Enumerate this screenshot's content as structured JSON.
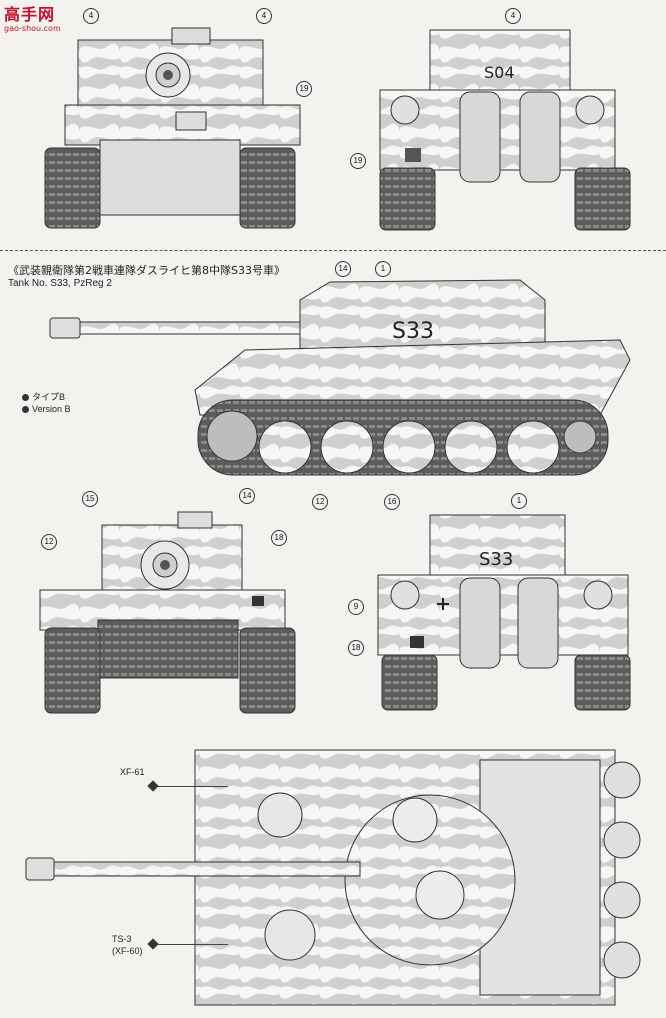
{
  "watermark": {
    "text": "高手网",
    "url": "gao-shou.com"
  },
  "page": {
    "section_title_jp": "《武装親衛隊第2戦車連隊ダスライヒ第8中隊S33号車》",
    "section_title_en": "Tank No. S33, PzReg 2"
  },
  "legend": [
    {
      "label": "タイプB"
    },
    {
      "label": "Version B"
    }
  ],
  "markings": {
    "top_rear": "S04",
    "side": "S33",
    "rear": "S33"
  },
  "callouts": {
    "c4a": "4",
    "c4b": "4",
    "c4c": "4",
    "c19a": "19",
    "c19b": "19",
    "c14a": "14",
    "c1a": "1",
    "c12a": "12",
    "c16a": "16",
    "c15": "15",
    "c14b": "14",
    "c18a": "18",
    "c12b": "12",
    "c1b": "1",
    "c9": "9",
    "c18b": "18"
  },
  "paints": {
    "xf61": "XF-61",
    "ts3": "TS-3",
    "xf60": "(XF-60)"
  },
  "colors": {
    "background": "#f3f2ee",
    "hull_base": "#d6d6d6",
    "camo_white": "#f7f7f5",
    "line": "#333333",
    "watermark_red": "#c8102e"
  }
}
